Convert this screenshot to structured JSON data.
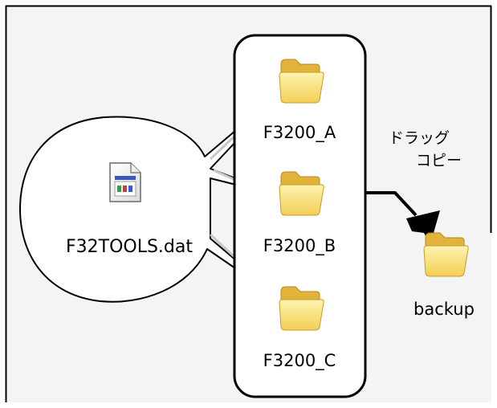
{
  "source_file": {
    "label": "F32TOOLS.dat",
    "icon": "document-icon"
  },
  "folders": [
    {
      "label": "F3200_A",
      "icon": "folder-icon"
    },
    {
      "label": "F3200_B",
      "icon": "folder-icon"
    },
    {
      "label": "F3200_C",
      "icon": "folder-icon"
    }
  ],
  "backup_folder": {
    "label": "backup",
    "icon": "folder-icon"
  },
  "instruction": {
    "line1": "ドラッグ",
    "line2": "コピー"
  },
  "colors": {
    "folder_fill": "#f7dc6f",
    "folder_shadow": "#d9a92e",
    "background_panel": "#f4f4f4",
    "stroke": "#000000"
  }
}
